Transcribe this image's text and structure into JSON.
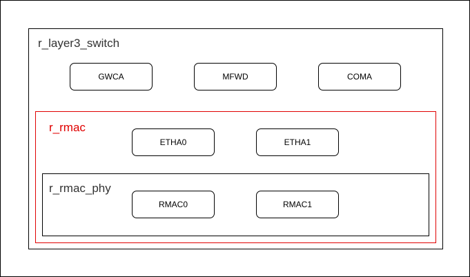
{
  "containers": {
    "layer3_switch": "r_layer3_switch",
    "rmac": "r_rmac",
    "rmac_phy": "r_rmac_phy"
  },
  "nodes": {
    "gwca": "GWCA",
    "mfwd": "MFWD",
    "coma": "COMA",
    "etha0": "ETHA0",
    "etha1": "ETHA1",
    "rmac0": "RMAC0",
    "rmac1": "RMAC1"
  },
  "colors": {
    "rmac_accent": "#e00000",
    "border": "#000000",
    "label": "#333333"
  }
}
